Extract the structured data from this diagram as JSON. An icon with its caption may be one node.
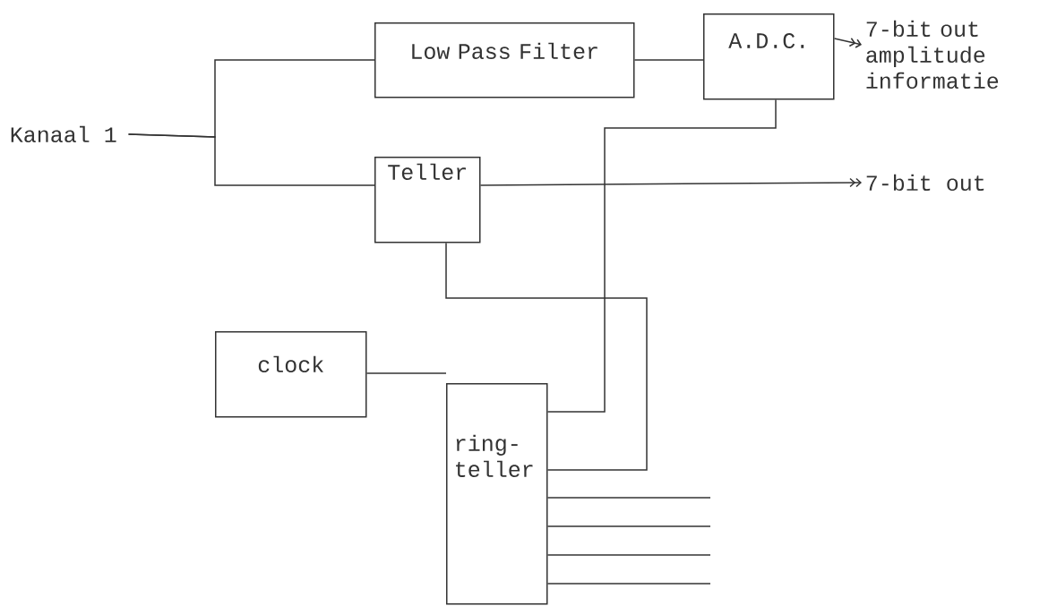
{
  "diagram": {
    "nodes": [
      {
        "text": [
          "Kanaal 1"
        ]
      },
      {
        "text": [
          "Low Pass Filter"
        ]
      },
      {
        "text": [
          "A.D.C."
        ]
      },
      {
        "text": [
          "7-bit out amplitude informatie"
        ]
      },
      {
        "text": [
          "Teller"
        ]
      },
      {
        "text": [
          "7-bit out"
        ]
      },
      {
        "text": [
          "clock"
        ]
      },
      {
        "text": [
          "ring- teller"
        ]
      }
    ],
    "edges": [
      {
        "from": 0,
        "to": 1,
        "arrow": "none"
      },
      {
        "from": 0,
        "to": 4,
        "arrow": "none"
      },
      {
        "from": 1,
        "to": 2,
        "arrow": "none"
      },
      {
        "from": 2,
        "to": 3,
        "arrow": "to"
      },
      {
        "from": 4,
        "to": 5,
        "arrow": "to"
      },
      {
        "from": 6,
        "to": 7,
        "arrow": "none"
      },
      {
        "from": 7,
        "to": 2,
        "arrow": "none"
      },
      {
        "from": 4,
        "to": 7,
        "arrow": "none"
      },
      {
        "from": 7,
        "to": null,
        "arrow": "none"
      },
      {
        "from": 7,
        "to": null,
        "arrow": "none"
      },
      {
        "from": 7,
        "to": null,
        "arrow": "none"
      },
      {
        "from": 7,
        "to": null,
        "arrow": "none"
      }
    ]
  }
}
